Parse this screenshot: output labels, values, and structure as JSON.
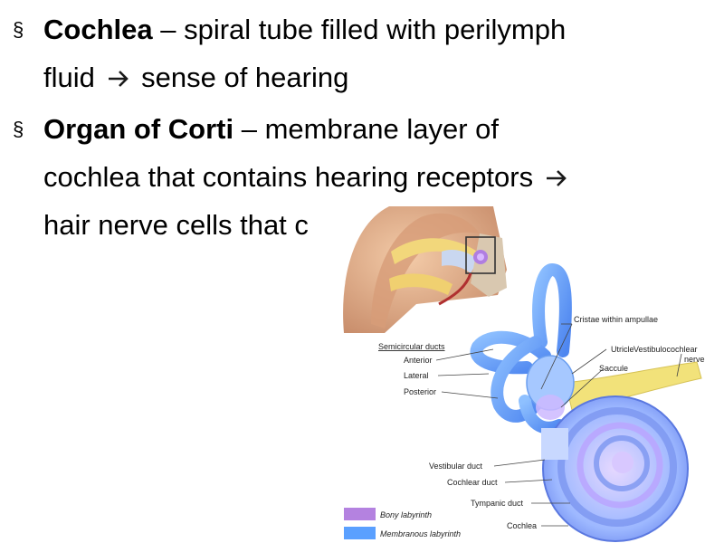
{
  "bullets": [
    {
      "term": "Cochlea",
      "line1_rest": " – spiral tube filled with perilymph",
      "line2_before_arrow": "fluid",
      "line2_after_arrow": "sense of hearing"
    },
    {
      "term": "Organ of Corti",
      "line1_rest": " – membrane layer of",
      "line2_before_arrow": "cochlea that contains hearing receptors",
      "line3": "hair nerve cells that c"
    }
  ],
  "diagram_labels": {
    "semicircular_ducts": "Semicircular ducts",
    "anterior": "Anterior",
    "lateral": "Lateral",
    "posterior": "Posterior",
    "cristae": "Cristae within ampullae",
    "utricle": "Utricle",
    "saccule": "Saccule",
    "vestibulocochlear_1": "Vestibulocochlear",
    "vestibulocochlear_2": "nerve",
    "vestibular_duct": "Vestibular duct",
    "cochlear_duct": "Cochlear duct",
    "tympanic_duct": "Tympanic duct",
    "cochlea": "Cochlea",
    "legend_bony": "Bony labyrinth",
    "legend_membranous": "Membranous labyrinth"
  },
  "colors": {
    "text": "#000000",
    "arrow": "#1a1a1a",
    "bony_labyrinth": "#b482e0",
    "membranous_labyrinth": "#5aa0ff",
    "nerve": "#f2e27a",
    "ear_skin": "#e6b592"
  },
  "icons": {
    "bullet_marker": "§",
    "arrow": "right-arrow-icon"
  }
}
